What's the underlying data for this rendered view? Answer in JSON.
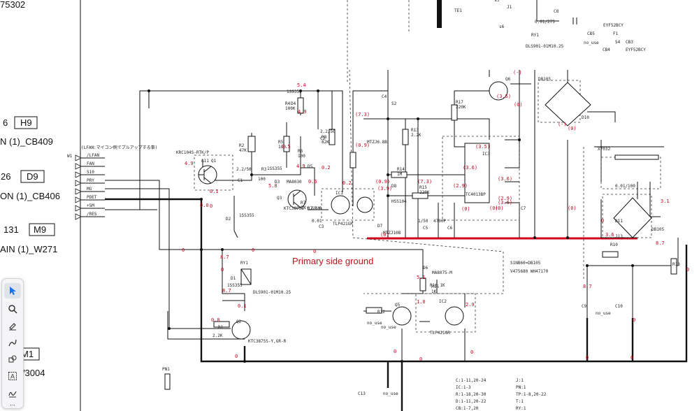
{
  "left_refs": [
    {
      "text": "75302"
    },
    {
      "prefix": "6",
      "box": "H9",
      "net": "N (1)_CB409"
    },
    {
      "prefix": "26",
      "box": "D9",
      "net": "ON (1)_CB406"
    },
    {
      "prefix": "131",
      "box": "M9",
      "net": "AIN (1)_W271"
    },
    {
      "box": "M1",
      "net": "_W3004"
    }
  ],
  "connector": {
    "ref": "W1",
    "note": "(LFAN:マイコン側でプルアップする事)",
    "pins": [
      "/LFAN",
      "FAN",
      "S10",
      "PRY",
      "MG",
      "PDET",
      "+5M",
      "/RES"
    ]
  },
  "components": {
    "q1": "KRC104S-RTK/P",
    "q1_ref": "Q1",
    "q1_mark": "&11",
    "r2": "R2\n47K",
    "r3": "R3",
    "r3_val": "100",
    "r4": "R4\n100K",
    "r5": "R5\n100",
    "r6": "R6\n100",
    "r7": "R7\n1M",
    "r8": "R8\n82K",
    "d2": "D2",
    "d2_part": "1SS355",
    "d3": "D3",
    "d3_part": "1SS355",
    "d4": "D4",
    "d4_part": "1SS355",
    "d5": "D5",
    "d5_part": "MA8030",
    "d7": "D7",
    "d7_part": "MTZJ10B",
    "d8": "D8",
    "d9_part": "MTZJ6.8B",
    "q3": "Q3",
    "q3_part": "KTC3875S-Y,GR-R",
    "c1": "C1",
    "c1_val": "2.2/50",
    "c2": "C2",
    "c2_val": "2.2/50",
    "c3": "C3",
    "c3_val": "0.01",
    "c4": "C4",
    "c4_val": "S2",
    "c5": "C5",
    "c5_val": "1/50",
    "c6": "C6",
    "c6_val": "4700P",
    "c7": "C7",
    "c8": "C8",
    "c8_val": "0.01/275",
    "c10": "C10",
    "c10_val": "0.01/100",
    "ic1": "IC1",
    "ic1_part": "TLP421GR",
    "ic2": "IC2",
    "ic2_part": "TLP421GR",
    "ic3": "IC3",
    "ic3_part": "TC4013BP",
    "r13": "R13\n2.2K",
    "r14": "R14\n1M",
    "r15": "R15\n220K",
    "r16": "R16\n1K",
    "r17": "R17\n220K",
    "r18": "R18",
    "d8_part": "HSS104",
    "q6": "Q6",
    "db105": "DB105",
    "d10": "D10",
    "d11": "D11",
    "d11_part": "DB105",
    "x7032": "X7032",
    "ry1": "RY1",
    "ry1_part": "DLS901-01M10.25",
    "ry1b": "RY1",
    "ry1b_part": "DLS901-01M10.25",
    "q2": "Q2",
    "q2_part": "KTC3875S-Y,GR-R",
    "r1": "R1",
    "r1_val": "2.2K",
    "q5": "Q5",
    "r12": "R12",
    "nouse": "no_use",
    "d1_part": "1SS355",
    "d1": "D1",
    "pn1": "PN1",
    "j1": "J1",
    "s5": "s5",
    "s6": "s6",
    "j13": "J13",
    "r10": "R10",
    "cb3": "CB3",
    "cb4": "CB4",
    "cb5": "CB5",
    "f1": "F1",
    "s4": "S4",
    "eyf": "EYF52BCY",
    "te1": "TE1",
    "d6_part": "MA8075-M",
    "d6": "D6",
    "s1n": "S1NB60=DB105",
    "v47": "V475680  WH47170",
    "c13": "C13",
    "c9": "C9"
  },
  "annotation": {
    "text": "Primary side ground"
  },
  "voltages": [
    "4.9",
    "0.1",
    "5.8",
    "3.5",
    "0.0",
    "5.4",
    "4.9",
    "4.9",
    "0.2",
    "0.6",
    "0.2",
    "(7.3)",
    "(0.9)",
    "(3.9)",
    "(0.9)",
    "(7.3)",
    "(3.5)",
    "(3.6)",
    "(3.6)",
    "(3.6)",
    "(2.9)",
    "(2.9)",
    "(0)",
    "(0)",
    "(0)",
    "(3.5)",
    "(0)",
    "(-)",
    "(-)",
    "(0)",
    "(0)",
    "(0)",
    "3.1",
    "8.7",
    "3.6",
    "0",
    "8.7",
    "0",
    "8.7",
    "0.1",
    "0.8",
    "5.1",
    "1.0",
    "2.9",
    "8.7",
    "0",
    "0",
    "0",
    "0",
    "0",
    "0",
    "0",
    "0",
    "0",
    "0",
    "0",
    "0"
  ],
  "bom": {
    "col1": [
      "C:1-11,20-24",
      "IC:1-3",
      "R:1-18,20-30",
      "D:1-11,20-22",
      "CB:1-7,20"
    ],
    "col2": [
      "J:1",
      "PN:1",
      "TP:1-8,20-22",
      "T:1",
      "RY:1"
    ]
  },
  "toolbar": {
    "tools": [
      "pointer-tool",
      "zoom-tool",
      "highlight-tool",
      "draw-tool",
      "shape-tool",
      "text-tool",
      "sign-tool",
      "more-tool"
    ],
    "more_label": "..."
  }
}
